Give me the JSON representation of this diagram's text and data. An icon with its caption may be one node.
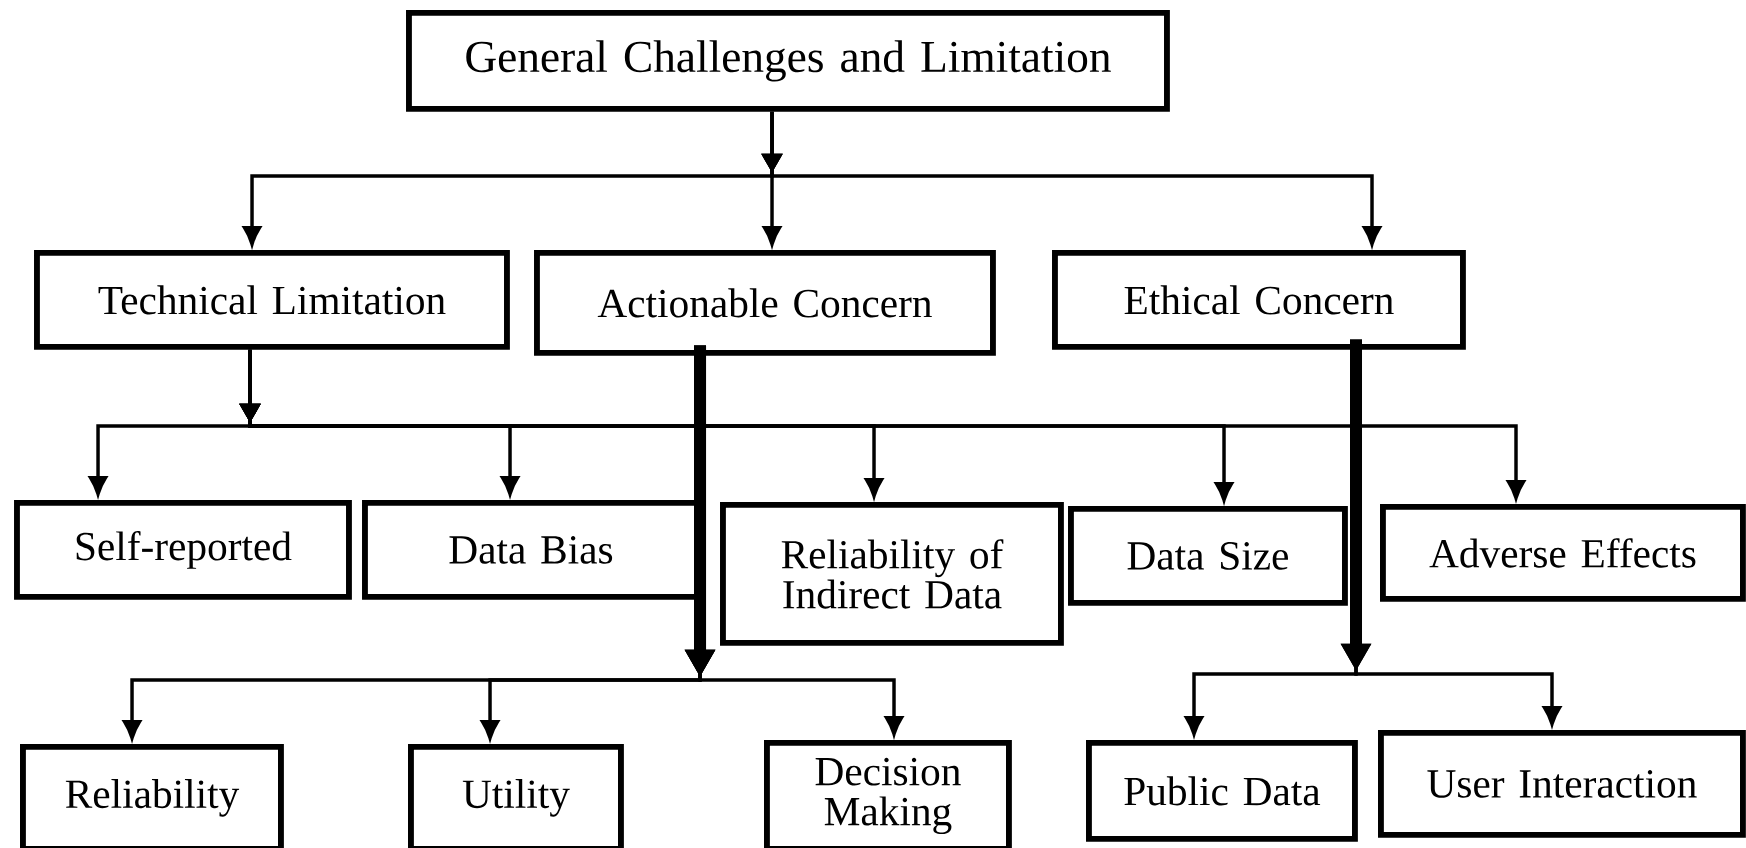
{
  "diagram": {
    "nodes": [
      {
        "text": [
          "General Challenges and Limitation"
        ]
      },
      {
        "text": [
          "Technical Limitation"
        ]
      },
      {
        "text": [
          "Actionable Concern"
        ]
      },
      {
        "text": [
          "Ethical Concern"
        ]
      },
      {
        "text": [
          "Self-reported"
        ]
      },
      {
        "text": [
          "Data Bias"
        ]
      },
      {
        "text": [
          "Reliability of Indirect Data"
        ]
      },
      {
        "text": [
          "Data Size"
        ]
      },
      {
        "text": [
          "Adverse Effects"
        ]
      },
      {
        "text": [
          "Reliability"
        ]
      },
      {
        "text": [
          "Utility"
        ]
      },
      {
        "text": [
          "Decision Making"
        ]
      },
      {
        "text": [
          "Public Data"
        ]
      },
      {
        "text": [
          "User Interaction"
        ]
      }
    ],
    "edges": [
      {
        "from": 0,
        "to": 1,
        "arrow": "to"
      },
      {
        "from": 0,
        "to": 2,
        "arrow": "to"
      },
      {
        "from": 0,
        "to": 3,
        "arrow": "to"
      },
      {
        "from": 1,
        "to": 4,
        "arrow": "to"
      },
      {
        "from": 1,
        "to": 5,
        "arrow": "to"
      },
      {
        "from": 1,
        "to": 6,
        "arrow": "to"
      },
      {
        "from": 1,
        "to": 7,
        "arrow": "to"
      },
      {
        "from": 1,
        "to": 8,
        "arrow": "to"
      },
      {
        "from": 2,
        "to": 9,
        "arrow": "to"
      },
      {
        "from": 2,
        "to": 10,
        "arrow": "to"
      },
      {
        "from": 2,
        "to": 11,
        "arrow": "to"
      },
      {
        "from": 3,
        "to": 12,
        "arrow": "to"
      },
      {
        "from": 3,
        "to": 13,
        "arrow": "to"
      }
    ]
  }
}
